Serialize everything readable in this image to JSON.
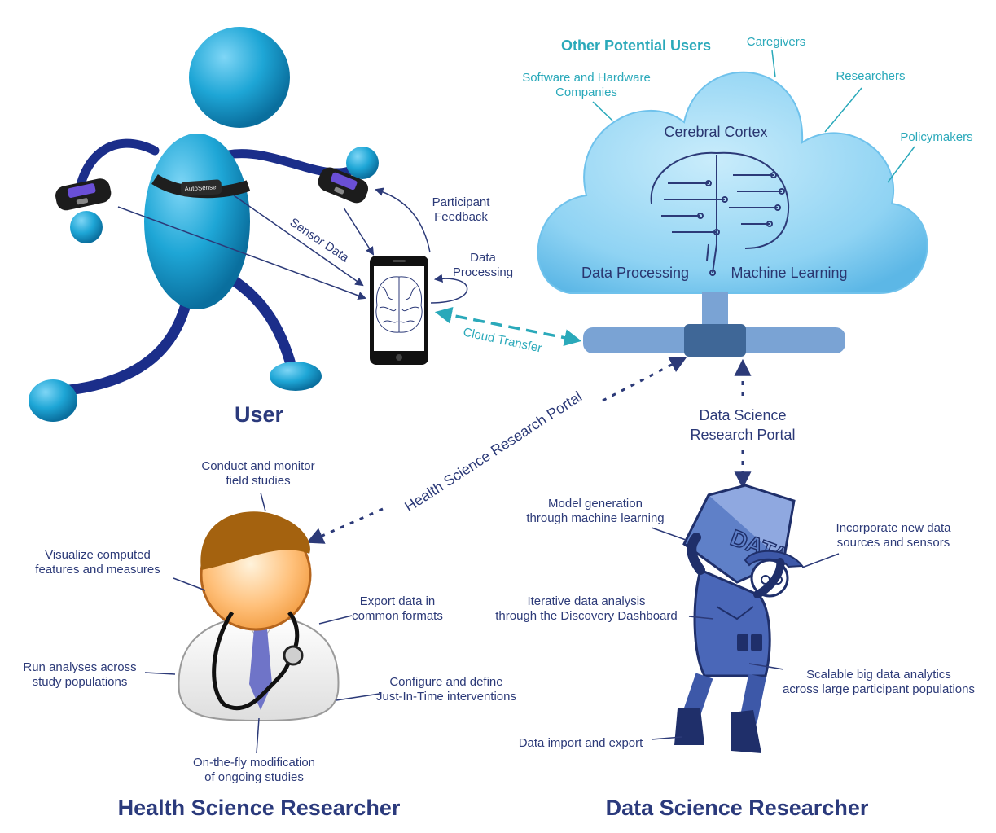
{
  "colors": {
    "navy": "#2c3a78",
    "teal": "#2aa9ba",
    "person_blue": "#1ea6d6",
    "cloud_blue": "#8fd3f3",
    "pipe_blue": "#7aa3d4",
    "hair_brown": "#a4620f"
  },
  "user": {
    "title": "User",
    "band_brand": "AutoSense",
    "sensor_data": "Sensor Data",
    "participant_feedback": [
      "Participant",
      "Feedback"
    ],
    "data_processing": [
      "Data",
      "Processing"
    ],
    "cloud_transfer": "Cloud Transfer"
  },
  "cloud": {
    "other_users_title": "Other Potential Users",
    "caregivers": "Caregivers",
    "software_hw": [
      "Software and Hardware",
      "Companies"
    ],
    "researchers": "Researchers",
    "policymakers": "Policymakers",
    "cerebral_cortex": "Cerebral Cortex",
    "data_processing": "Data Processing",
    "machine_learning": "Machine Learning"
  },
  "portals": {
    "health_science": "Health Science Research Portal",
    "data_science": [
      "Data Science",
      "Research Portal"
    ]
  },
  "health_researcher": {
    "title": "Health Science Researcher",
    "conduct": [
      "Conduct and monitor",
      "field studies"
    ],
    "visualize": [
      "Visualize computed",
      "features and measures"
    ],
    "export": [
      "Export data in",
      "common formats"
    ],
    "run_analyses": [
      "Run analyses across",
      "study populations"
    ],
    "configure": [
      "Configure and define",
      "Just-In-Time interventions"
    ],
    "on_the_fly": [
      "On-the-fly modification",
      "of ongoing studies"
    ]
  },
  "data_researcher": {
    "title": "Data Science Researcher",
    "model_generation": [
      "Model generation",
      "through machine learning"
    ],
    "incorporate": [
      "Incorporate new data",
      "sources and sensors"
    ],
    "iterative": [
      "Iterative data analysis",
      "through the Discovery Dashboard"
    ],
    "scalable": [
      "Scalable big data analytics",
      "across large participant populations"
    ],
    "import_export": "Data import and export"
  }
}
